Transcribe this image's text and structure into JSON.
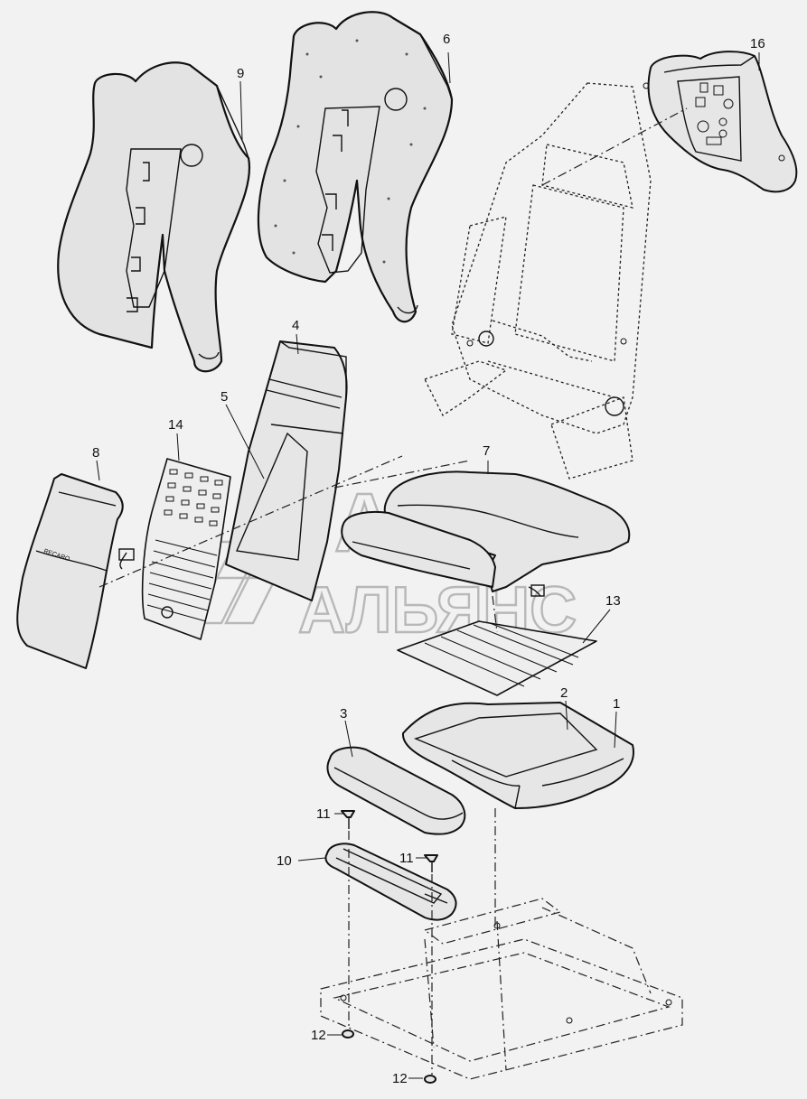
{
  "watermark": {
    "line1": "АВТО",
    "line2": "АЛЬЯНС",
    "color": "#b8b8b8"
  },
  "callouts": [
    "1",
    "2",
    "3",
    "4",
    "5",
    "6",
    "7",
    "8",
    "9",
    "10",
    "11",
    "11",
    "12",
    "12",
    "13",
    "14",
    "16"
  ],
  "colors": {
    "background": "#f2f2f2",
    "line": "#111111"
  }
}
